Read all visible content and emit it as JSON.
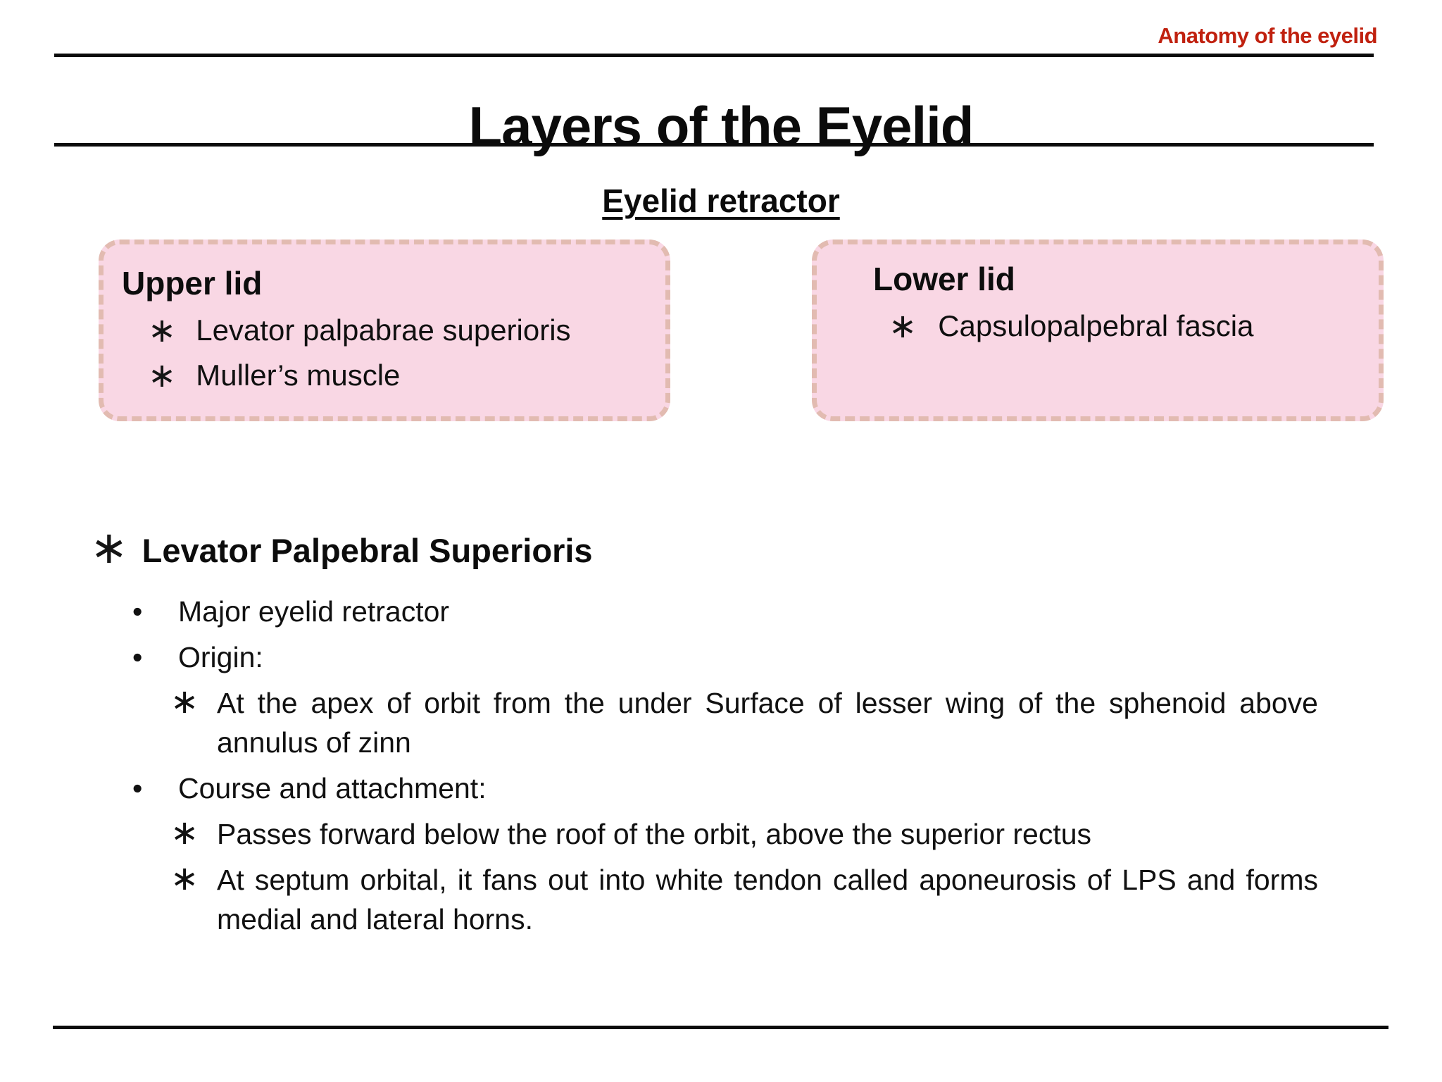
{
  "page": {
    "background": "#ffffff",
    "accent_red": "#c0210f",
    "box_fill_pink": "#f9d7e4",
    "box_border_pink": "#e2bbb1",
    "rule_color": "#0c0c0c"
  },
  "header": {
    "corner_label": "Anatomy of the eyelid",
    "title": "Layers of the Eyelid"
  },
  "section": {
    "heading": "Eyelid retractor"
  },
  "bullets": {
    "dot": "•",
    "asterisk": "∗"
  },
  "boxes": [
    {
      "title": "Upper lid",
      "items": [
        "Levator palpabrae superioris",
        "Muller’s muscle"
      ]
    },
    {
      "title": "Lower lid",
      "items": [
        "Capsulopalpebral fascia"
      ]
    }
  ],
  "body": {
    "heading": "Levator Palpebral Superioris",
    "items": [
      {
        "level": 1,
        "text": "Major eyelid retractor"
      },
      {
        "level": 1,
        "text": "Origin:"
      },
      {
        "level": 2,
        "text": "At the apex of orbit from the under Surface of lesser wing of the sphenoid above annulus of zinn"
      },
      {
        "level": 1,
        "text": "Course and attachment:"
      },
      {
        "level": 2,
        "text": "Passes forward below the roof of the orbit, above the superior rectus"
      },
      {
        "level": 2,
        "text": "At septum orbital, it fans out into white tendon called aponeurosis of LPS and forms medial and lateral horns."
      }
    ]
  }
}
